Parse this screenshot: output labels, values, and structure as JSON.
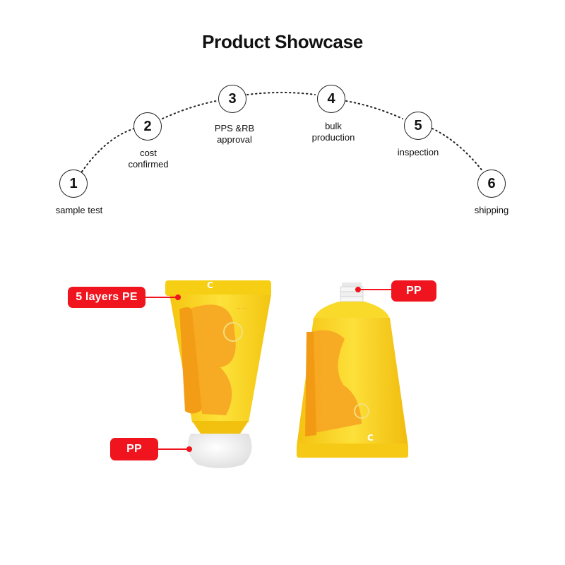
{
  "title": "Product Showcase",
  "steps": [
    {
      "number": "1",
      "label": "sample test"
    },
    {
      "number": "2",
      "label_line1": "cost",
      "label_line2": "confirmed"
    },
    {
      "number": "3",
      "label_line1": "PPS &RB",
      "label_line2": "approval"
    },
    {
      "number": "4",
      "label_line1": "bulk",
      "label_line2": "production"
    },
    {
      "number": "5",
      "label": "inspection"
    },
    {
      "number": "6",
      "label": "shipping"
    }
  ],
  "callouts": {
    "layers": "5 layers PE",
    "cap_left": "PP",
    "cap_right": "PP"
  },
  "colors": {
    "accent": "#f0141e",
    "tube_yellow": "#f7d21a",
    "tube_orange": "#f6a623",
    "cap_white": "#f4f4f4"
  }
}
